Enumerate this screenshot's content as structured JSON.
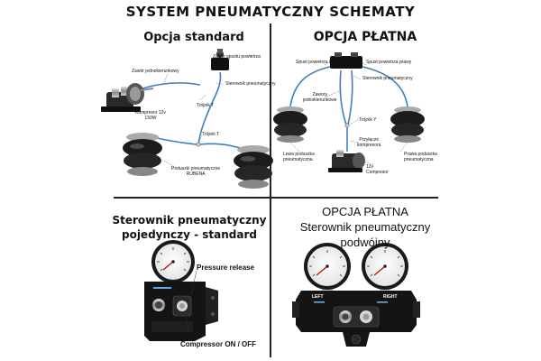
{
  "title": "SYSTEM PNEUMATYCZNY SCHEMATY",
  "q1": {
    "title": "Opcja standard",
    "labels": {
      "check_valve": "Zawór jednokierunkowy",
      "release_valve": "Zawór spustu powietrza",
      "controller": "Sterownik pneumatyczny",
      "compressor_l1": "Kompresor 12v",
      "compressor_l2": "150W",
      "tee_a": "Trójnik T",
      "tee_b": "Trójnik T",
      "springs_l1": "Poduszki pneumatyczne",
      "springs_l2": "RUBENA"
    }
  },
  "q2": {
    "title": "OPCJA PŁATNA",
    "labels": {
      "release_left": "Spust powietrza lewy",
      "release_right": "Spust powietrza prawy",
      "controller": "Sterownik pneumatyczny",
      "check_valves_l1": "Zawory",
      "check_valves_l2": "jednokierunkowe",
      "tee_y": "Trójnik Y",
      "connector_l1": "Przyłącze",
      "connector_l2": "kompresora",
      "left_spring_l1": "Lewa poduszka",
      "left_spring_l2": "pneumatyczna",
      "compressor_l1": "12v",
      "compressor_l2": "Compresor",
      "right_spring_l1": "Prawa poduszka",
      "right_spring_l2": "pneumatyczna"
    }
  },
  "q3": {
    "title_l1": "Sterownik pneumatyczny",
    "title_l2": "pojedynczy - standard",
    "pressure_release": "Pressure release",
    "compressor_onoff": "Compressor ON / OFF"
  },
  "q4": {
    "title_l1": "OPCJA PŁATNA",
    "title_l2": "Sterownik pneumatyczny",
    "title_l3": "podwójny",
    "left_label": "LEFT",
    "right_label": "RIGHT"
  },
  "colors": {
    "hose": "#3f7fbf",
    "panel": "#141414",
    "divider": "#222222"
  }
}
